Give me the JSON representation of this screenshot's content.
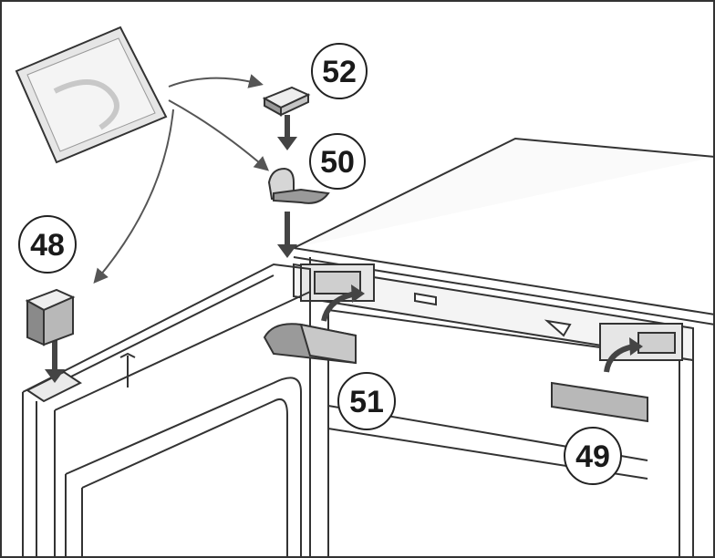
{
  "callouts": [
    {
      "id": "48",
      "label": "48"
    },
    {
      "id": "49",
      "label": "49"
    },
    {
      "id": "50",
      "label": "50"
    },
    {
      "id": "51",
      "label": "51"
    },
    {
      "id": "52",
      "label": "52"
    }
  ],
  "colors": {
    "line": "#333333",
    "part_fill": "#d9d9d9",
    "part_dark": "#8a8a8a",
    "arrow": "#444444",
    "bag_fill": "#e6e6e6"
  },
  "icons": {
    "parts_bag": "parts-bag-icon",
    "cover_48": "hinge-cover-icon",
    "cover_52": "cap-cover-icon",
    "cover_49": "trim-strip-icon",
    "cover_51": "door-trim-icon",
    "hinge_50": "hinge-part-icon"
  }
}
